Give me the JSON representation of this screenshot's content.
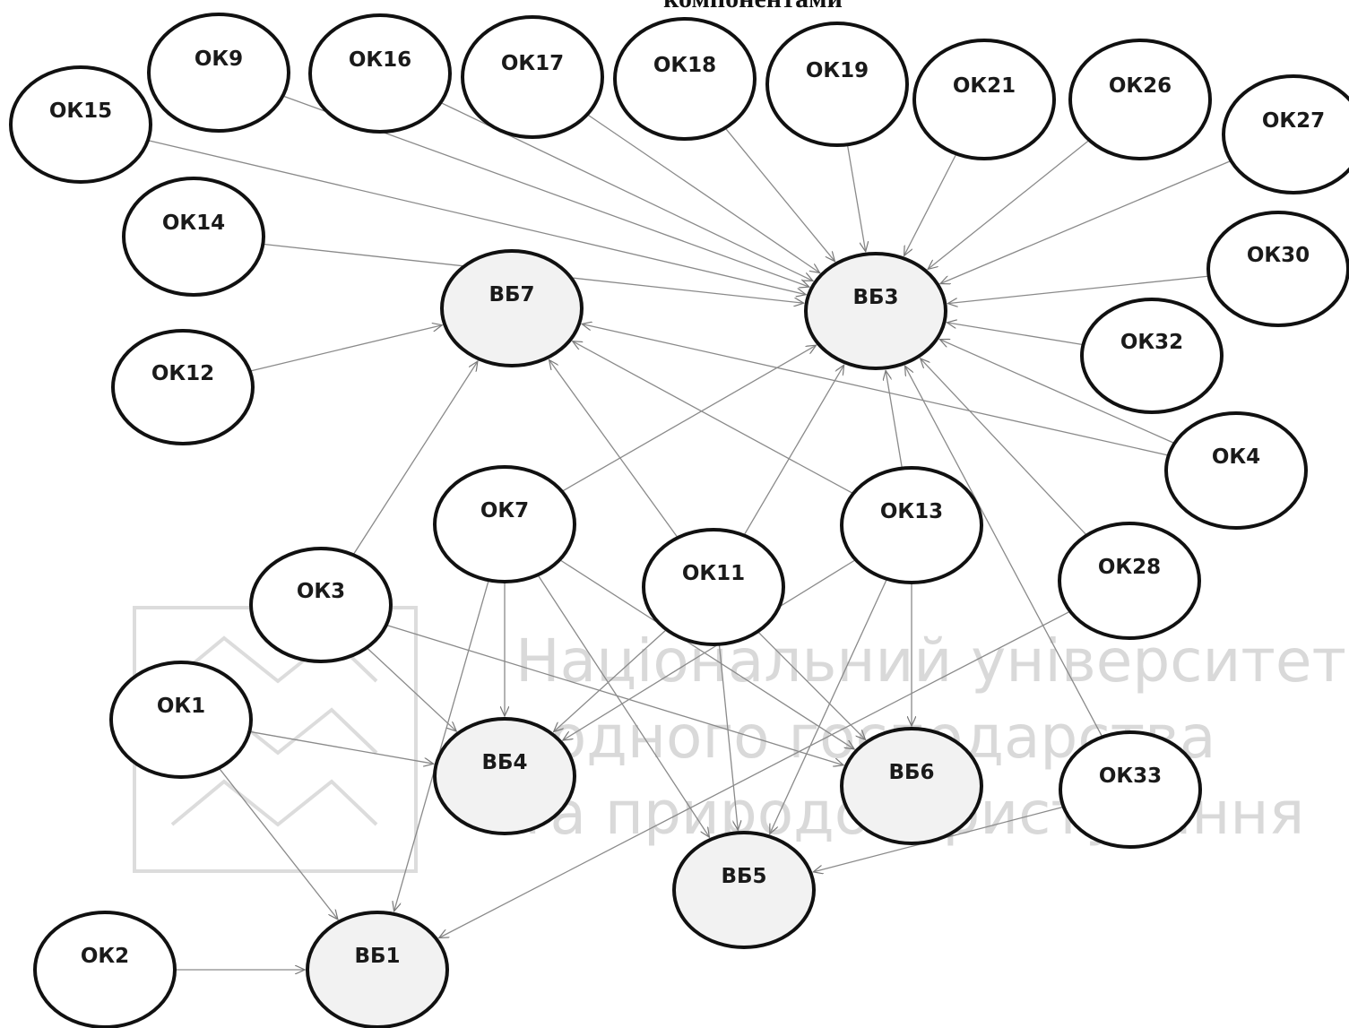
{
  "title": "компонентами",
  "watermark": {
    "lines": [
      "Національний університет",
      "водного господарства",
      "та природокористування"
    ]
  },
  "colors": {
    "node_stroke": "#111111",
    "edge": "#8a8a8a",
    "target_fill": "#f2f2f2",
    "watermark": "#d9d9d9"
  },
  "nodes": [
    {
      "id": "OK9",
      "label": "ОК9",
      "kind": "component"
    },
    {
      "id": "OK16",
      "label": "ОК16",
      "kind": "component"
    },
    {
      "id": "OK17",
      "label": "ОК17",
      "kind": "component"
    },
    {
      "id": "OK18",
      "label": "ОК18",
      "kind": "component"
    },
    {
      "id": "OK19",
      "label": "ОК19",
      "kind": "component"
    },
    {
      "id": "OK21",
      "label": "ОК21",
      "kind": "component"
    },
    {
      "id": "OK26",
      "label": "ОК26",
      "kind": "component"
    },
    {
      "id": "OK27",
      "label": "ОК27",
      "kind": "component"
    },
    {
      "id": "OK15",
      "label": "ОК15",
      "kind": "component"
    },
    {
      "id": "OK14",
      "label": "ОК14",
      "kind": "component"
    },
    {
      "id": "OK30",
      "label": "ОК30",
      "kind": "component"
    },
    {
      "id": "VB7",
      "label": "ВБ7",
      "kind": "target"
    },
    {
      "id": "VB3",
      "label": "ВБ3",
      "kind": "target"
    },
    {
      "id": "OK12",
      "label": "ОК12",
      "kind": "component"
    },
    {
      "id": "OK32",
      "label": "ОК32",
      "kind": "component"
    },
    {
      "id": "OK4",
      "label": "ОК4",
      "kind": "component"
    },
    {
      "id": "OK7",
      "label": "ОК7",
      "kind": "component"
    },
    {
      "id": "OK13",
      "label": "ОК13",
      "kind": "component"
    },
    {
      "id": "OK11",
      "label": "ОК11",
      "kind": "component"
    },
    {
      "id": "OK3",
      "label": "ОК3",
      "kind": "component"
    },
    {
      "id": "OK28",
      "label": "ОК28",
      "kind": "component"
    },
    {
      "id": "OK1",
      "label": "ОК1",
      "kind": "component"
    },
    {
      "id": "VB4",
      "label": "ВБ4",
      "kind": "target"
    },
    {
      "id": "VB6",
      "label": "ВБ6",
      "kind": "target"
    },
    {
      "id": "OK33",
      "label": "ОК33",
      "kind": "component"
    },
    {
      "id": "VB5",
      "label": "ВБ5",
      "kind": "target"
    },
    {
      "id": "OK2",
      "label": "ОК2",
      "kind": "component"
    },
    {
      "id": "VB1",
      "label": "ВБ1",
      "kind": "target"
    }
  ],
  "edges": [
    {
      "from": "OK9",
      "to": "VB3"
    },
    {
      "from": "OK16",
      "to": "VB3"
    },
    {
      "from": "OK17",
      "to": "VB3"
    },
    {
      "from": "OK18",
      "to": "VB3"
    },
    {
      "from": "OK19",
      "to": "VB3"
    },
    {
      "from": "OK21",
      "to": "VB3"
    },
    {
      "from": "OK26",
      "to": "VB3"
    },
    {
      "from": "OK27",
      "to": "VB3"
    },
    {
      "from": "OK15",
      "to": "VB3"
    },
    {
      "from": "OK14",
      "to": "VB3"
    },
    {
      "from": "OK30",
      "to": "VB3"
    },
    {
      "from": "OK32",
      "to": "VB3"
    },
    {
      "from": "OK4",
      "to": "VB3"
    },
    {
      "from": "OK4",
      "to": "VB7"
    },
    {
      "from": "OK12",
      "to": "VB7"
    },
    {
      "from": "OK3",
      "to": "VB7"
    },
    {
      "from": "OK3",
      "to": "VB4"
    },
    {
      "from": "OK3",
      "to": "VB6"
    },
    {
      "from": "OK7",
      "to": "VB3"
    },
    {
      "from": "OK7",
      "to": "VB1"
    },
    {
      "from": "OK7",
      "to": "VB4"
    },
    {
      "from": "OK7",
      "to": "VB5"
    },
    {
      "from": "OK7",
      "to": "VB6"
    },
    {
      "from": "OK11",
      "to": "VB7"
    },
    {
      "from": "OK11",
      "to": "VB3"
    },
    {
      "from": "OK11",
      "to": "VB4"
    },
    {
      "from": "OK11",
      "to": "VB5"
    },
    {
      "from": "OK11",
      "to": "VB6"
    },
    {
      "from": "OK13",
      "to": "VB7"
    },
    {
      "from": "OK13",
      "to": "VB3"
    },
    {
      "from": "OK13",
      "to": "VB4"
    },
    {
      "from": "OK13",
      "to": "VB5"
    },
    {
      "from": "OK13",
      "to": "VB6"
    },
    {
      "from": "OK28",
      "to": "VB3"
    },
    {
      "from": "OK28",
      "to": "VB1"
    },
    {
      "from": "OK1",
      "to": "VB4"
    },
    {
      "from": "OK1",
      "to": "VB1"
    },
    {
      "from": "OK33",
      "to": "VB3"
    },
    {
      "from": "OK33",
      "to": "VB5"
    },
    {
      "from": "OK2",
      "to": "VB1"
    }
  ]
}
